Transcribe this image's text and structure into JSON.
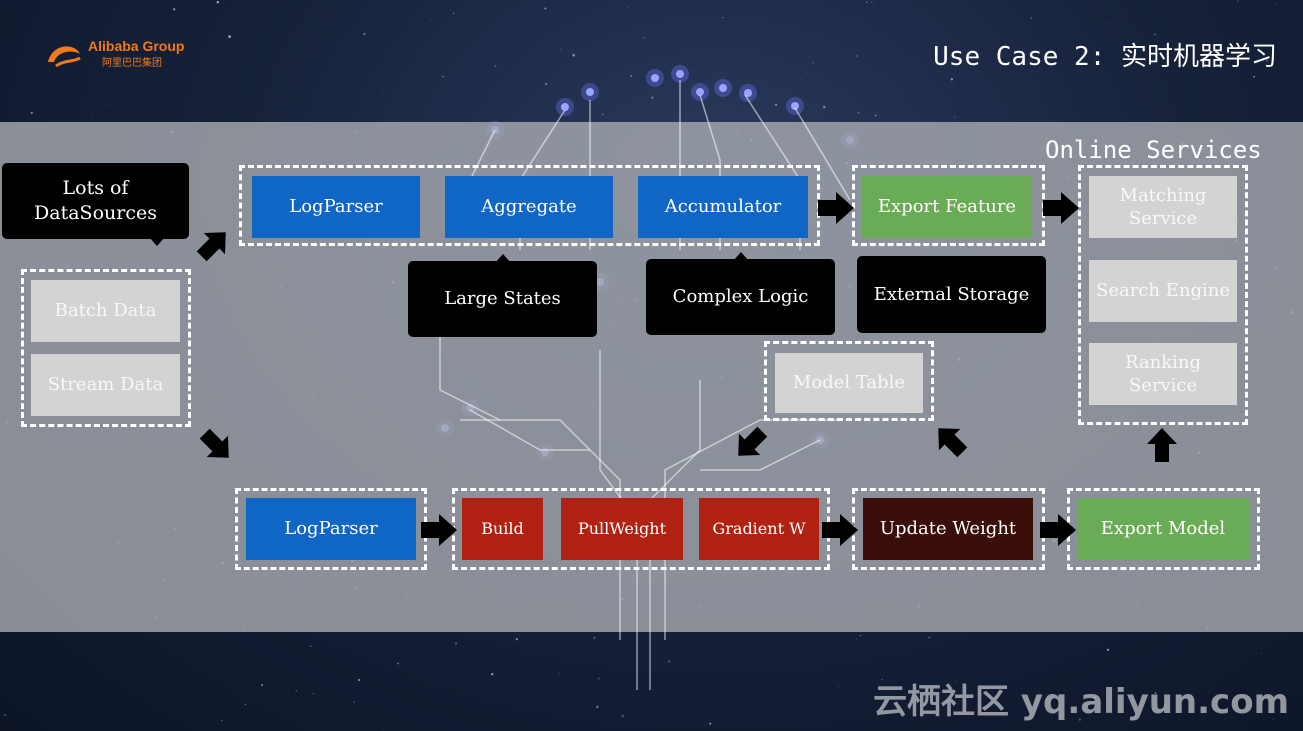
{
  "header": {
    "logo_text": "Alibaba Group",
    "logo_cn": "阿里巴巴集团",
    "title": "Use Case 2: 实时机器学习"
  },
  "sources": {
    "callout": "Lots of DataSources",
    "batch": "Batch Data",
    "stream": "Stream Data"
  },
  "feature_pipeline": {
    "logparser": "LogParser",
    "aggregate": "Aggregate",
    "accumulator": "Accumulator",
    "export_feature": "Export Feature"
  },
  "callouts": {
    "large_states": "Large States",
    "complex_logic": "Complex Logic",
    "external_storage": "External Storage"
  },
  "model_table": "Model Table",
  "training_pipeline": {
    "logparser": "LogParser",
    "build": "Build",
    "pullweight": "PullWeight",
    "gradient": "Gradient W",
    "update_weight": "Update Weight",
    "export_model": "Export Model"
  },
  "online_services": {
    "title": "Online Services",
    "items": [
      "Matching Service",
      "Search Engine",
      "Ranking Service"
    ]
  },
  "watermark": "云栖社区 yq.aliyun.com",
  "colors": {
    "blue": "#0f66c4",
    "green": "#6aab55",
    "red": "#b12212",
    "dark_brown": "#3a0e0a",
    "band_gray": "#a5a8af",
    "brand_orange": "#f07a1a"
  }
}
